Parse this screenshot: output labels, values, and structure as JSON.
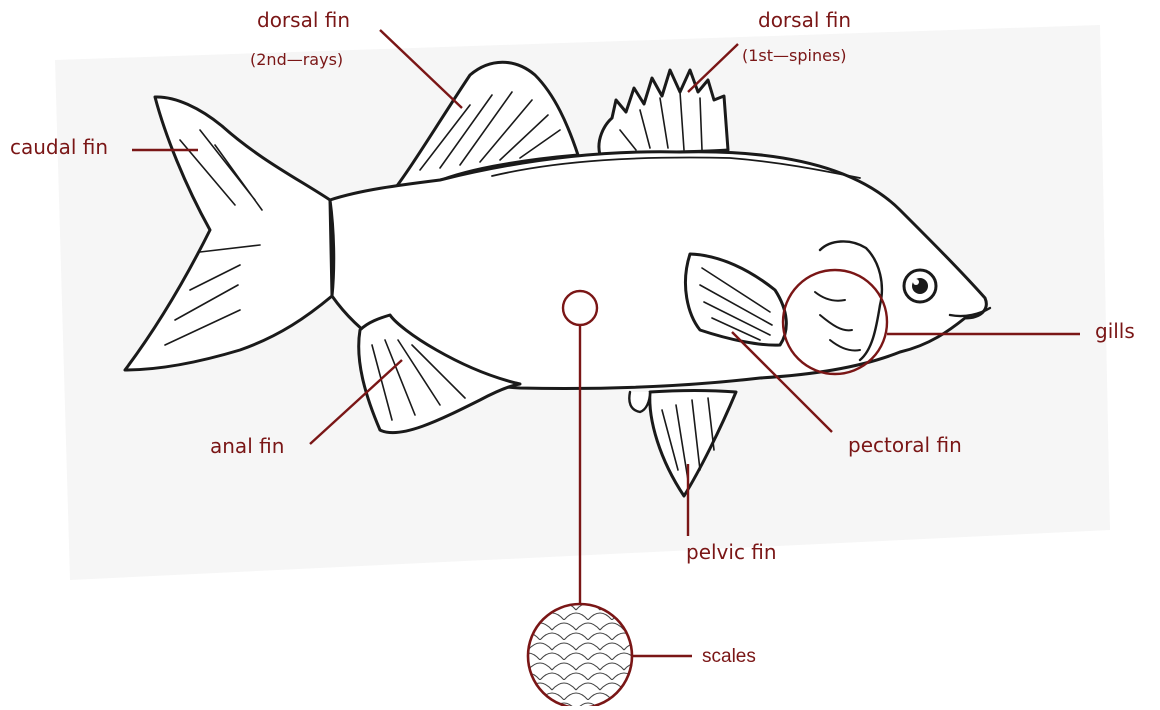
{
  "labels": {
    "dorsal_fin_second": {
      "name": "dorsal fin",
      "detail": "(2nd—rays)"
    },
    "dorsal_fin_first": {
      "name": "dorsal fin",
      "detail": "(1st—spines)"
    },
    "caudal_fin": "caudal fin",
    "gills": "gills",
    "anal_fin": "anal fin",
    "pectoral_fin": "pectoral fin",
    "pelvic_fin": "pelvic fin",
    "scales": "scales"
  },
  "colors": {
    "label": "#7a1616",
    "outline": "#1a1a1a",
    "paper": "#f6f6f6"
  }
}
